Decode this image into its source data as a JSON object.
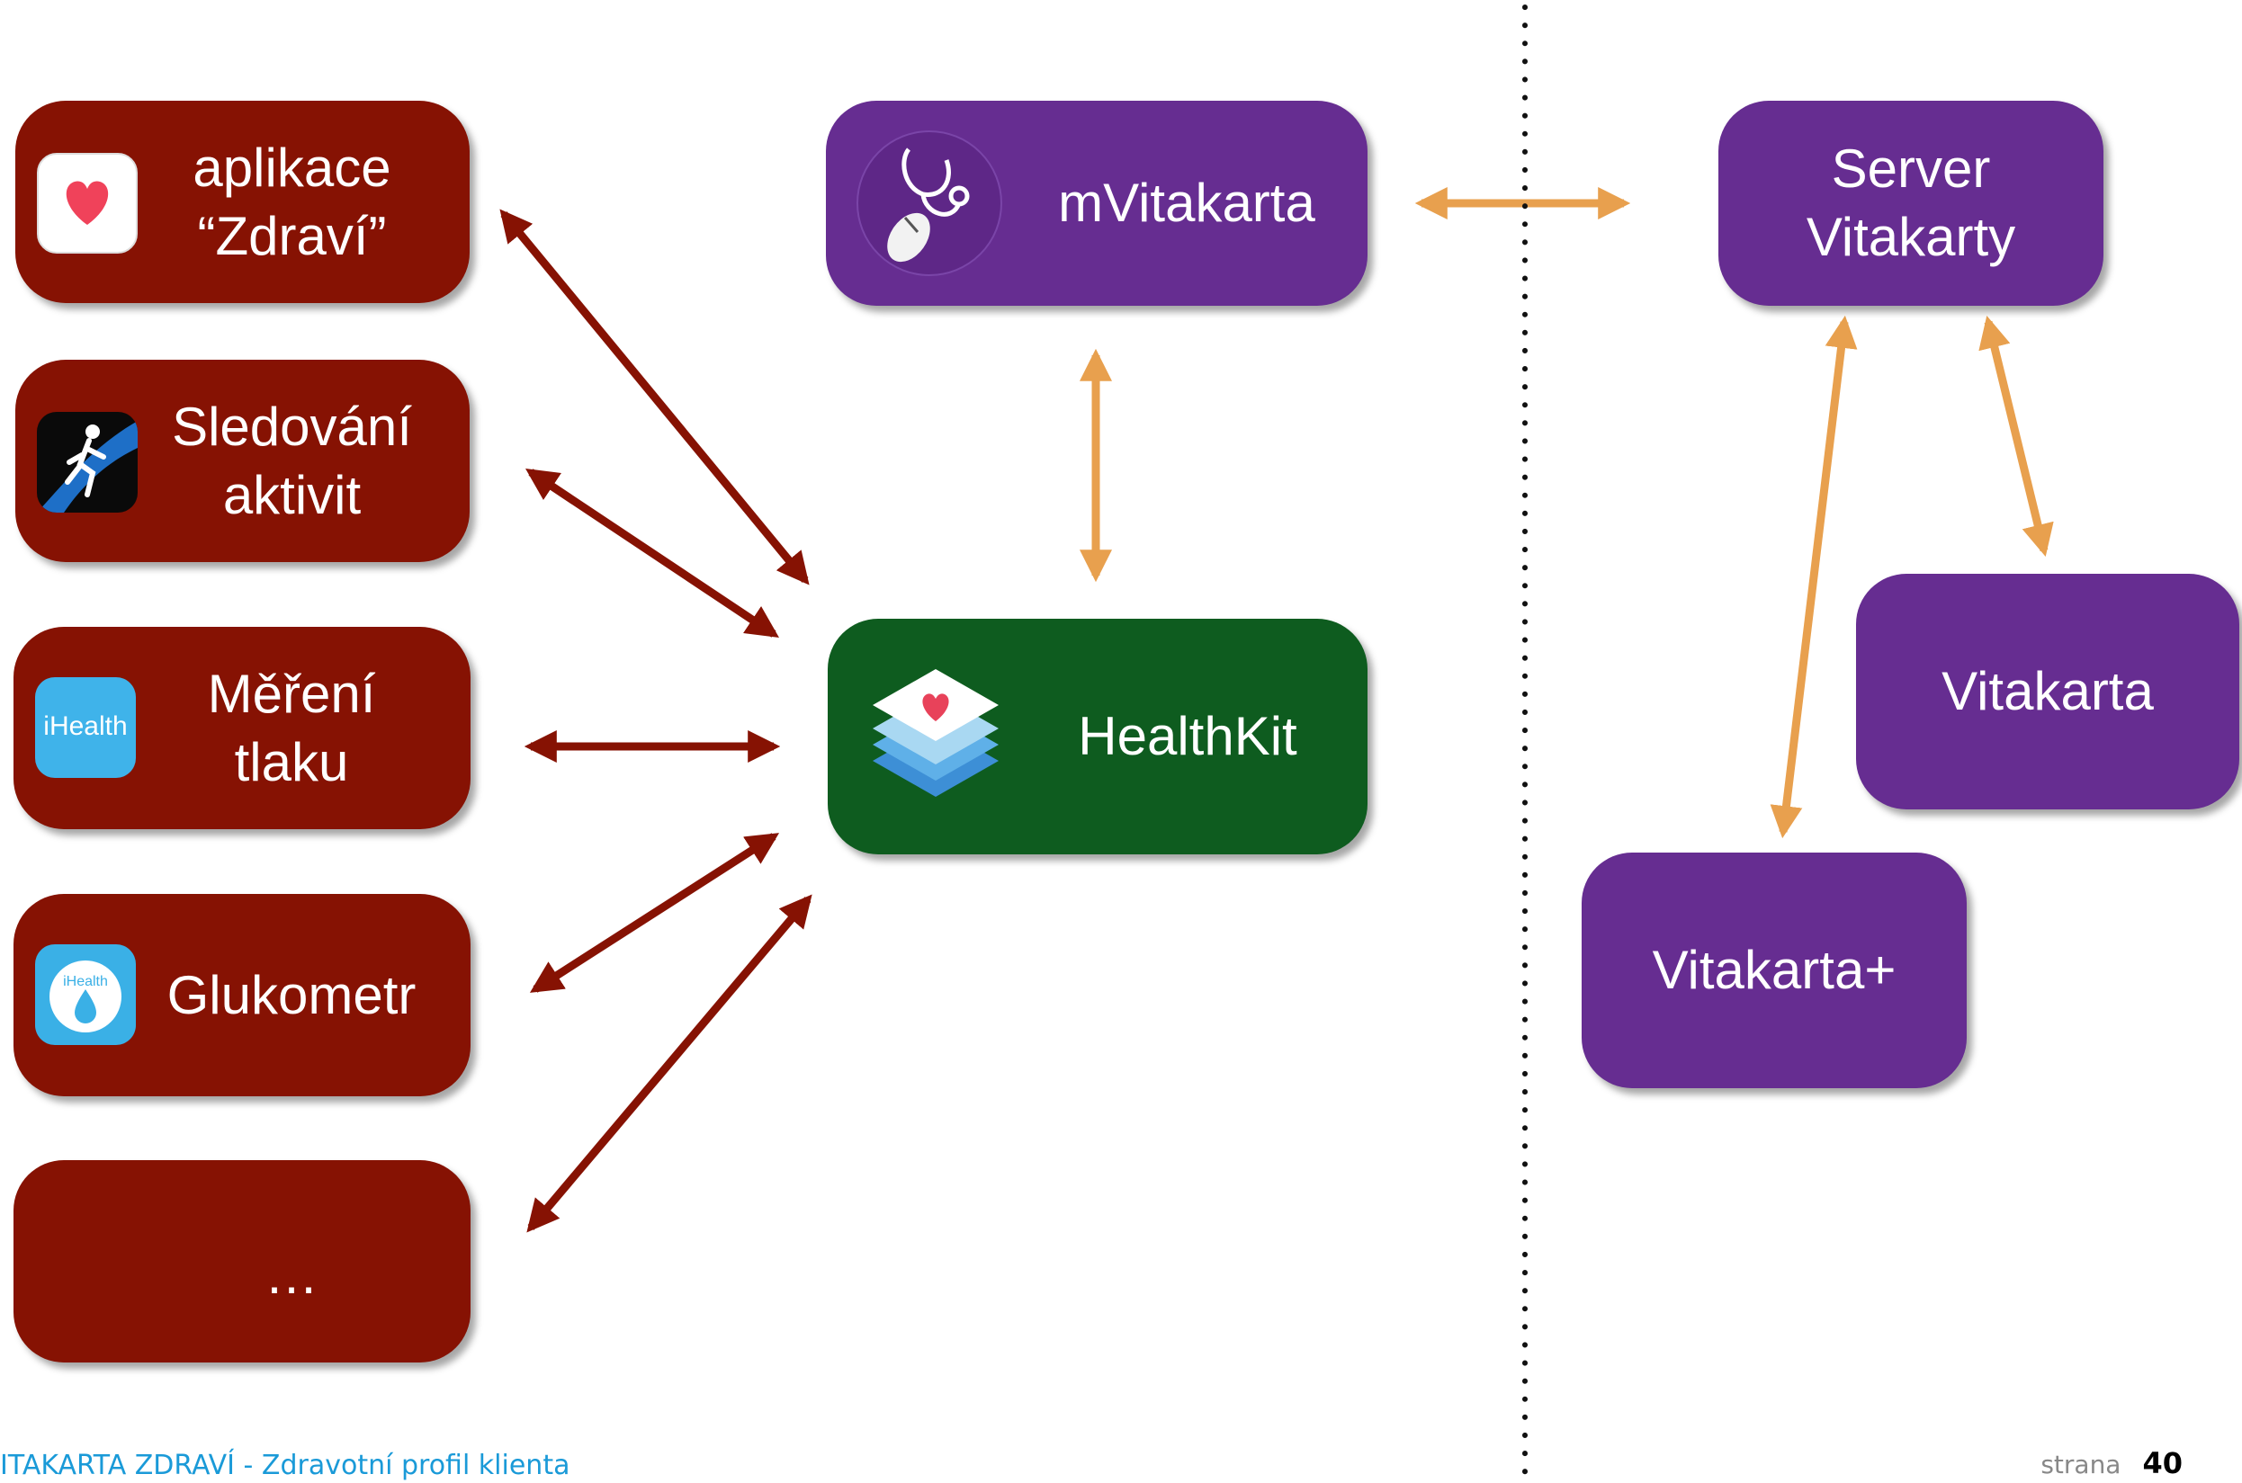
{
  "apps": [
    {
      "id": "zdravi",
      "label": "aplikace\n“Zdraví”",
      "icon": "heart-app-icon"
    },
    {
      "id": "sledovani",
      "label": "Sledování\naktivit",
      "icon": "runner-app-icon"
    },
    {
      "id": "tlak",
      "label": "Měření\ntlaku",
      "icon": "ihealth-app-icon"
    },
    {
      "id": "glukometr",
      "label": "Glukometr",
      "icon": "glucose-drop-icon"
    },
    {
      "id": "more",
      "label": "…",
      "icon": ""
    }
  ],
  "icons": {
    "ihealth_text": "iHealth",
    "gluco_text": "iHealth"
  },
  "hub": {
    "label": "HealthKit",
    "icon": "healthkit-icon"
  },
  "mvitakarta": {
    "label": "mVitakarta",
    "icon": "stethoscope-mouse-icon"
  },
  "server": {
    "label": "Server\nVitakarty"
  },
  "vitakarta": {
    "label": "Vitakarta"
  },
  "vitakarta_plus": {
    "label": "Vitakarta+"
  },
  "footer": {
    "left": "ITAKARTA ZDRAVÍ - Zdravotní profil klienta",
    "page_label": "strana",
    "page_number": "40"
  },
  "colors": {
    "app_box": "#861203",
    "purple_box": "#662d91",
    "green_box": "#0e5c1f",
    "red_arrow": "#861203",
    "orange_arrow": "#e8a04e",
    "footer_text": "#1a9ad8"
  }
}
